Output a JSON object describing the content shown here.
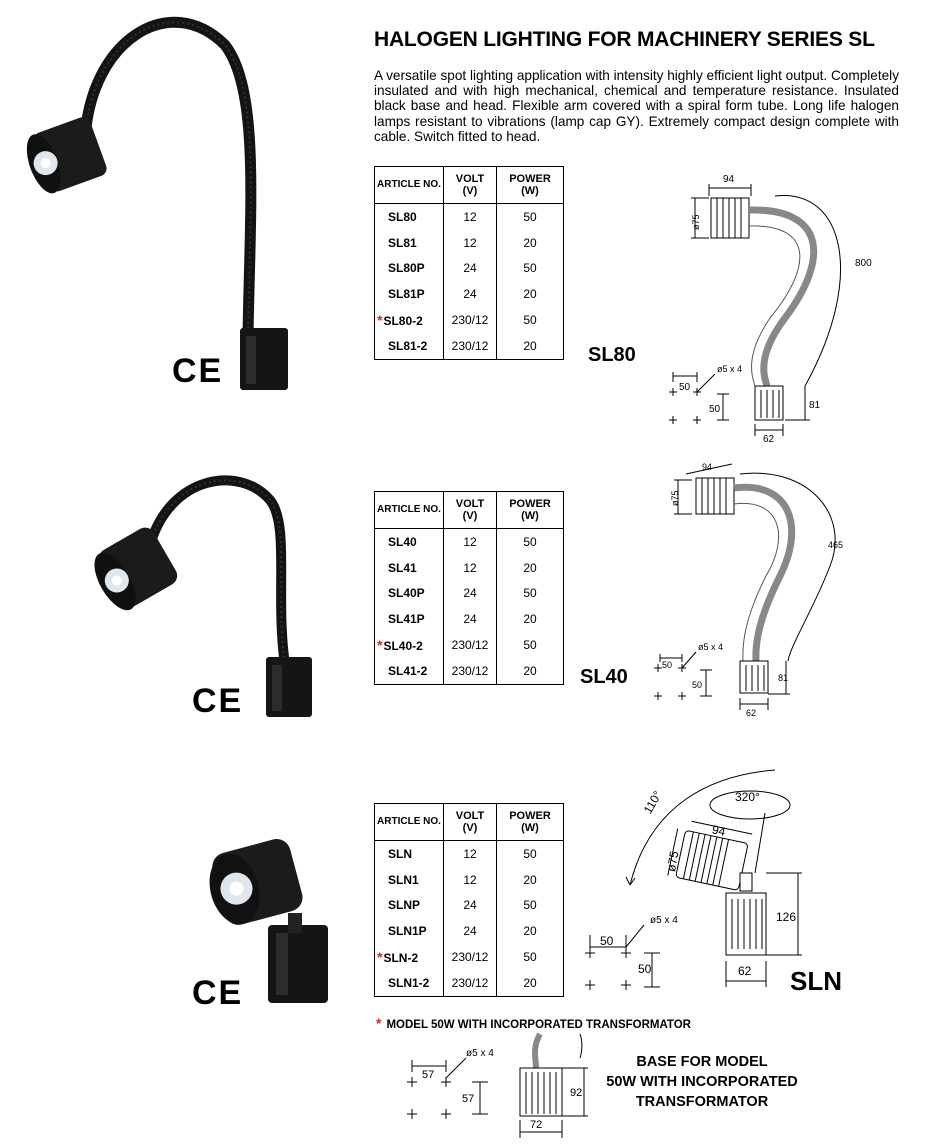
{
  "title": "HALOGEN LIGHTING FOR MACHINERY SERIES SL",
  "description": "A versatile spot lighting application with intensity highly efficient light output. Completely insulated and with high mechanical, chemical and temperature resistance. Insulated black base and head. Flexible arm covered with a spiral form tube. Long life halogen lamps resistant to vibrations (lamp cap GY). Extremely compact design complete with cable. Switch fitted to head.",
  "table_headers": {
    "article": "ARTICLE NO.",
    "volt": "VOLT",
    "volt_unit": "(V)",
    "power": "POWER",
    "power_unit": "(W)"
  },
  "ce_mark": "CE",
  "star": "*",
  "sections": [
    {
      "model": "SL80",
      "rows": [
        {
          "article": "SL80",
          "volt": "12",
          "power": "50"
        },
        {
          "article": "SL81",
          "volt": "12",
          "power": "20"
        },
        {
          "article": "SL80P",
          "volt": "24",
          "power": "50"
        },
        {
          "article": "SL81P",
          "volt": "24",
          "power": "20"
        },
        {
          "article": "SL80-2",
          "volt": "230/12",
          "power": "50"
        },
        {
          "article": "SL81-2",
          "volt": "230/12",
          "power": "20"
        }
      ],
      "dims": {
        "head_len": "94",
        "head_dia": "ø75",
        "arm": "800",
        "hole": "ø5 x 4",
        "hole_x": "50",
        "hole_y": "50",
        "base_h": "81",
        "base_w": "62"
      }
    },
    {
      "model": "SL40",
      "rows": [
        {
          "article": "SL40",
          "volt": "12",
          "power": "50"
        },
        {
          "article": "SL41",
          "volt": "12",
          "power": "20"
        },
        {
          "article": "SL40P",
          "volt": "24",
          "power": "50"
        },
        {
          "article": "SL41P",
          "volt": "24",
          "power": "20"
        },
        {
          "article": "SL40-2",
          "volt": "230/12",
          "power": "50"
        },
        {
          "article": "SL41-2",
          "volt": "230/12",
          "power": "20"
        }
      ],
      "dims": {
        "head_len": "94",
        "head_dia": "ø75",
        "arm": "465",
        "hole": "ø5 x 4",
        "hole_x": "50",
        "hole_y": "50",
        "base_h": "81",
        "base_w": "62"
      }
    },
    {
      "model": "SLN",
      "rows": [
        {
          "article": "SLN",
          "volt": "12",
          "power": "50"
        },
        {
          "article": "SLN1",
          "volt": "12",
          "power": "20"
        },
        {
          "article": "SLNP",
          "volt": "24",
          "power": "50"
        },
        {
          "article": "SLN1P",
          "volt": "24",
          "power": "20"
        },
        {
          "article": "SLN-2",
          "volt": "230/12",
          "power": "50"
        },
        {
          "article": "SLN1-2",
          "volt": "230/12",
          "power": "20"
        }
      ],
      "dims": {
        "tilt": "110°",
        "rotate": "320°",
        "head_len": "94",
        "head_dia": "ø75",
        "hole": "ø5 x 4",
        "hole_x": "50",
        "hole_y": "50",
        "base_h": "126",
        "base_w": "62"
      }
    }
  ],
  "footnote": "MODEL 50W WITH INCORPORATED TRANSFORMATOR",
  "base": {
    "title_lines": [
      "BASE FOR MODEL",
      "50W WITH INCORPORATED",
      "TRANSFORMATOR"
    ],
    "dims": {
      "hole": "ø5 x 4",
      "hole_x": "57",
      "hole_y": "57",
      "base_h": "92",
      "base_w": "72"
    }
  }
}
